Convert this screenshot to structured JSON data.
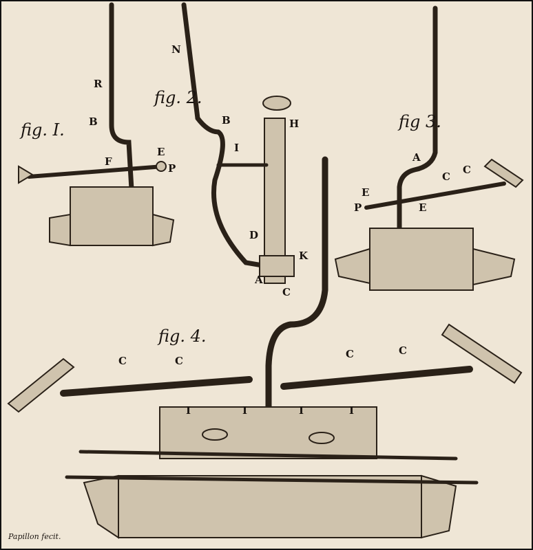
{
  "figures": {
    "fig1": {
      "title": "fig. I.",
      "labels": [
        "R",
        "B",
        "E",
        "F",
        "P"
      ]
    },
    "fig2": {
      "title": "fig. 2.",
      "labels": [
        "N",
        "B",
        "H",
        "I",
        "D",
        "K",
        "A",
        "C"
      ]
    },
    "fig3": {
      "title": "fig 3.",
      "labels": [
        "A",
        "C",
        "C",
        "E",
        "P",
        "E"
      ]
    },
    "fig4": {
      "title": "fig. 4.",
      "labels": [
        "C",
        "C",
        "C",
        "C",
        "I",
        "I",
        "I",
        "I"
      ]
    }
  },
  "signature": "Papillon fecit."
}
